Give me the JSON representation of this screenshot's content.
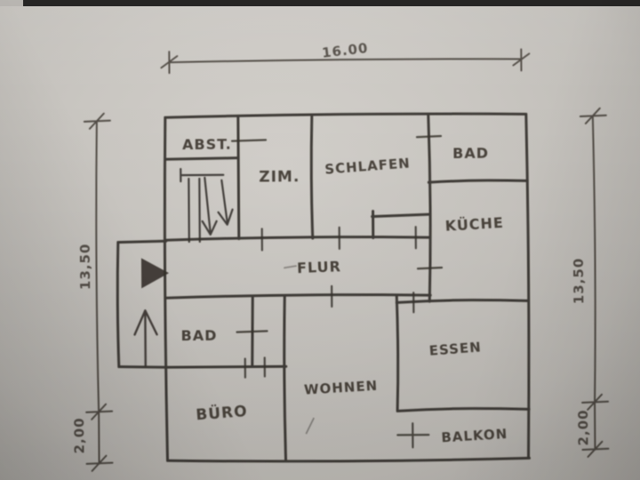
{
  "plan": {
    "rooms": [
      {
        "id": "abst",
        "label": "ABST."
      },
      {
        "id": "zim",
        "label": "ZIM."
      },
      {
        "id": "schlafen",
        "label": "SCHLAFEN"
      },
      {
        "id": "bad-top",
        "label": "BAD"
      },
      {
        "id": "kueche",
        "label": "KÜCHE"
      },
      {
        "id": "flur",
        "label": "FLUR"
      },
      {
        "id": "bad-left",
        "label": "BAD"
      },
      {
        "id": "essen",
        "label": "ESSEN"
      },
      {
        "id": "wohnen",
        "label": "WOHNEN"
      },
      {
        "id": "buero",
        "label": "BÜRO"
      },
      {
        "id": "balkon",
        "label": "BALKON"
      }
    ],
    "dimensions": {
      "top_width": "16.00",
      "left_height": "13,50",
      "left_lower": "2,00",
      "right_height": "13,50",
      "right_lower": "2,00"
    },
    "colors": {
      "ink": "#36322c",
      "paper": "#c9c6c1"
    }
  }
}
